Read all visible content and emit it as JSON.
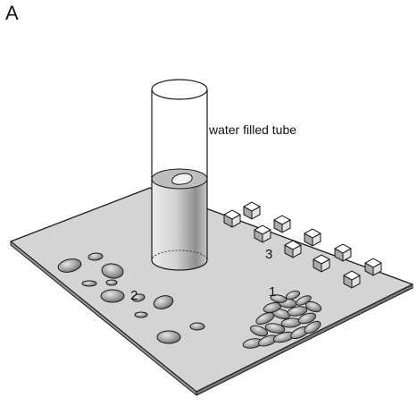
{
  "figure": {
    "panel_letter": "A",
    "tube_label": "water filled tube",
    "group_labels": [
      "1",
      "2",
      "3"
    ]
  },
  "colors": {
    "outline": "#1a1a1a",
    "board": "#d4d4d4",
    "board_side": "#8c8c8c",
    "stone_fill": "#a9a9a9",
    "cube_top": "#ffffff",
    "cube_left": "#aaaaaa",
    "cube_right": "#e2e2e2",
    "tube_water": "#d9d9d9"
  },
  "icons": [
    "board",
    "water-tube",
    "stone",
    "pebble",
    "cube"
  ]
}
